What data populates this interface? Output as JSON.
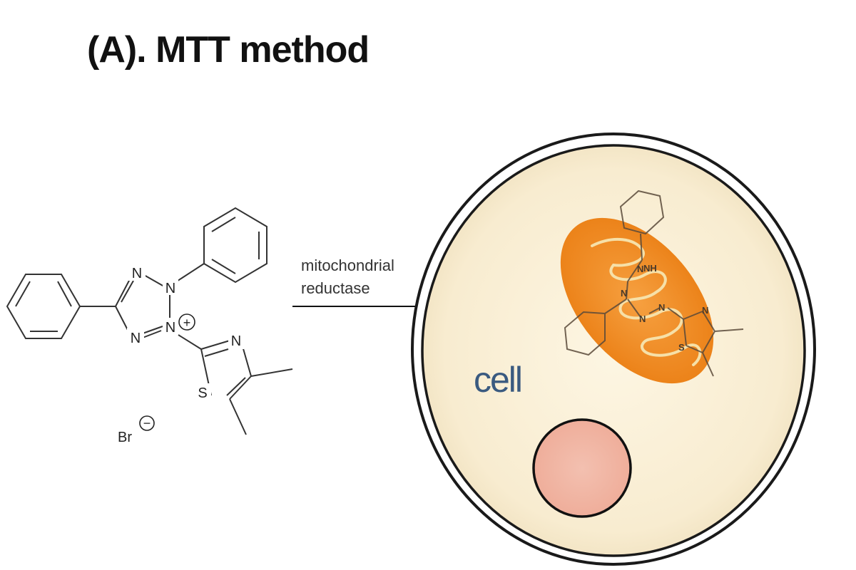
{
  "title": "(A). MTT method",
  "mtt": {
    "atoms": {
      "n1": "N",
      "n2": "N",
      "n3": "N",
      "n4": "N",
      "charge": "+",
      "thiazole_n": "N",
      "thiazole_s": "S",
      "counterion": "Br",
      "counterion_charge": "−"
    }
  },
  "arrow": {
    "line1": "mitochondrial",
    "line2": "reductase"
  },
  "cell": {
    "label": "cell"
  },
  "formazan": {
    "atoms": {
      "n_a": "N",
      "nh": "NH",
      "n_b": "N",
      "n_c": "N",
      "n_d": "N",
      "s": "S"
    }
  },
  "colors": {
    "cytoplasm": "#faf0d6",
    "membrane": "#222222",
    "mitochondrion": "#f08a1c",
    "cristae": "#f6e0a8",
    "nucleus": "#f0b5a4",
    "cell_label": "#3a5a80"
  }
}
